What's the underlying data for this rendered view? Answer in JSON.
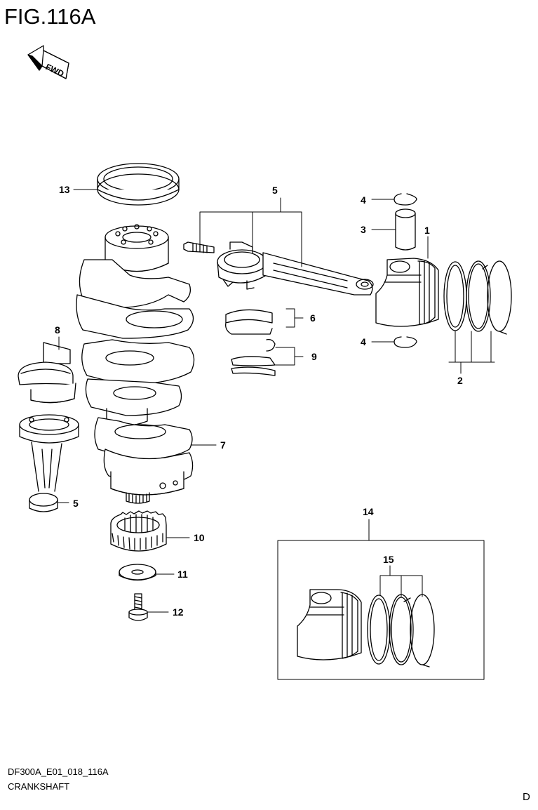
{
  "figure": {
    "title": "FIG.116A",
    "fwd_label": "FWD",
    "drawing_code": "DF300A_E01_018_116A",
    "section_name": "CRANKSHAFT",
    "corner_mark": "D"
  },
  "callouts": {
    "c1": "1",
    "c2": "2",
    "c3": "3",
    "c4a": "4",
    "c4b": "4",
    "c5a": "5",
    "c5b": "5",
    "c6": "6",
    "c7": "7",
    "c8": "8",
    "c9": "9",
    "c10": "10",
    "c11": "11",
    "c12": "12",
    "c13": "13",
    "c14": "14",
    "c15": "15"
  }
}
